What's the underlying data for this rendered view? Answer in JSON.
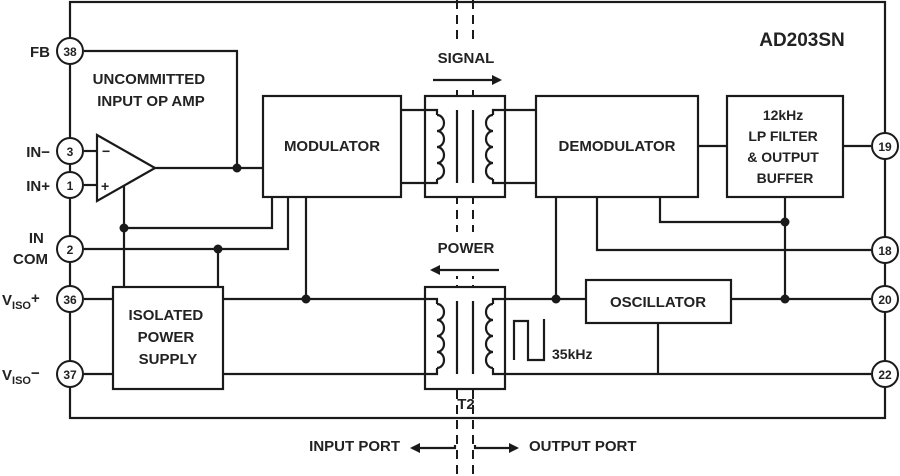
{
  "part_number": "AD203SN",
  "blocks": {
    "op_amp_label": [
      "UNCOMMITTED",
      "INPUT OP AMP"
    ],
    "modulator": "MODULATOR",
    "demodulator": "DEMODULATOR",
    "filter": [
      "12kHz",
      "LP FILTER",
      "& OUTPUT",
      "BUFFER"
    ],
    "oscillator": "OSCILLATOR",
    "power_supply": [
      "ISOLATED",
      "POWER",
      "SUPPLY"
    ],
    "transformer_label": "T2"
  },
  "op_amp": {
    "minus": "−",
    "plus": "+"
  },
  "flows": {
    "signal": "SIGNAL",
    "power": "POWER",
    "oscillator_freq": "35kHz"
  },
  "ports": {
    "input": "INPUT PORT",
    "output": "OUTPUT PORT"
  },
  "pins_left": [
    {
      "name": "FB",
      "number": "38"
    },
    {
      "name": "IN−",
      "number": "3"
    },
    {
      "name": "IN+",
      "number": "1"
    },
    {
      "name_line1": "IN",
      "name_line2": "COM",
      "number": "2"
    },
    {
      "name": "V",
      "sub": "ISO",
      "sup": "+",
      "number": "36"
    },
    {
      "name": "V",
      "sub": "ISO",
      "sup": "−",
      "number": "37"
    }
  ],
  "pins_right": [
    {
      "number": "19"
    },
    {
      "number": "18"
    },
    {
      "number": "20"
    },
    {
      "number": "22"
    }
  ]
}
